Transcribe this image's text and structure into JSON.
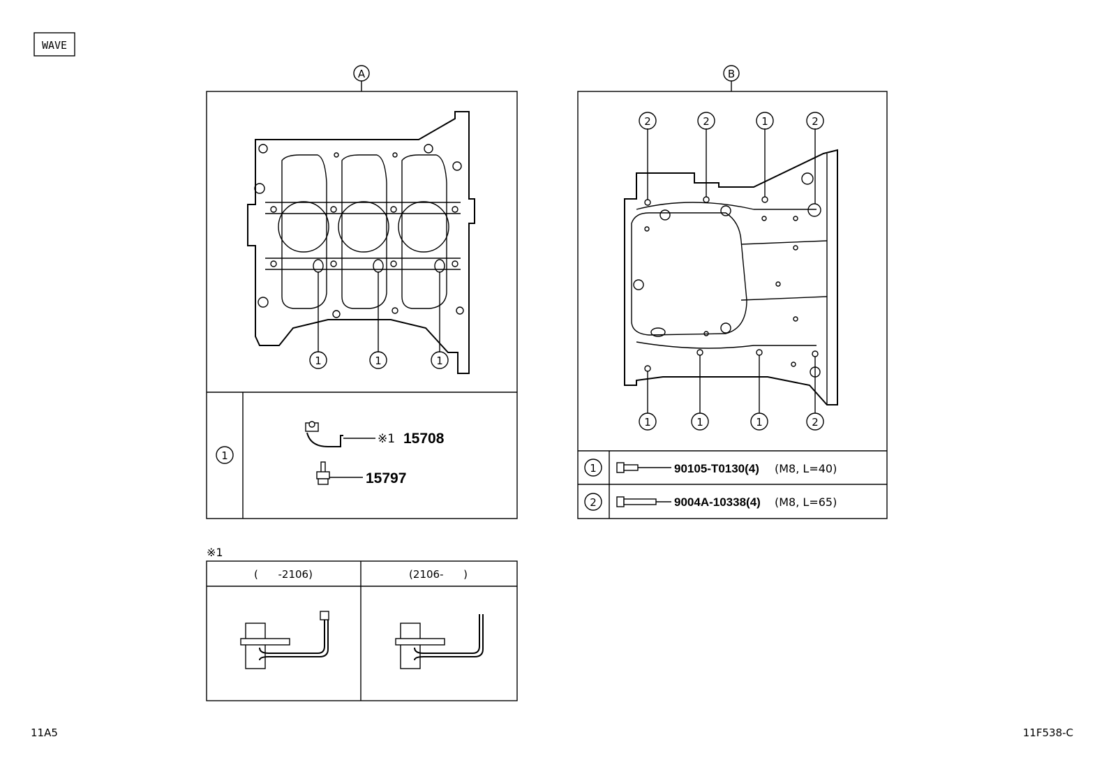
{
  "badge": "WAVE",
  "view_a": {
    "label": "A",
    "callouts": [
      "1",
      "1",
      "1"
    ],
    "legend_no": "1",
    "parts": [
      {
        "mark": "※1",
        "number": "15708"
      },
      {
        "number": "15797"
      }
    ]
  },
  "view_b": {
    "label": "B",
    "callouts_top": [
      "2",
      "2",
      "1",
      "2"
    ],
    "callouts_bottom": [
      "1",
      "1",
      "1",
      "2"
    ],
    "fasteners": [
      {
        "no": "1",
        "part": "90105-T0130(4)",
        "spec": "(M8, L=40)"
      },
      {
        "no": "2",
        "part": "9004A-10338(4)",
        "spec": "(M8, L=65)"
      }
    ]
  },
  "note": {
    "mark": "※1",
    "columns": [
      {
        "header": "(      -2106)"
      },
      {
        "header": "(2106-      )"
      }
    ]
  },
  "footer": {
    "left": "11A5",
    "right": "11F538-C"
  }
}
